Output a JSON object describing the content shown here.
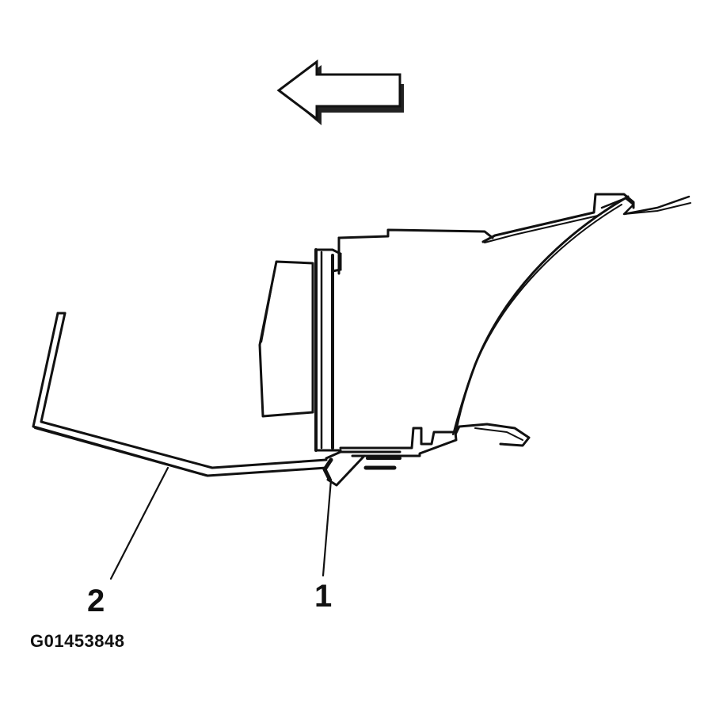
{
  "callouts": {
    "one": "1",
    "two": "2"
  },
  "figure_id": "G01453848",
  "icons": {
    "direction": "left-arrow-icon"
  },
  "colors": {
    "ink": "#111111",
    "background": "#ffffff",
    "shadow": "#222222"
  }
}
